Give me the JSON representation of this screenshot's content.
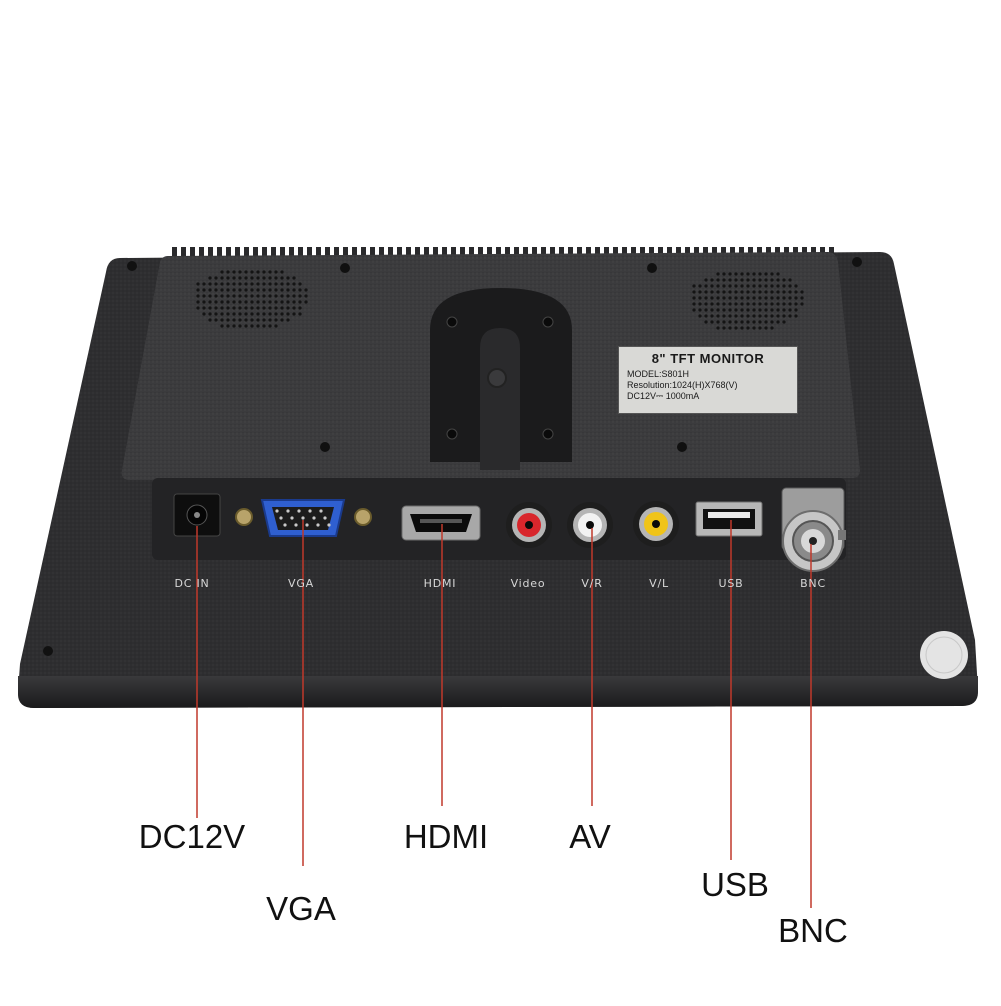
{
  "rear_label": {
    "title": "8\" TFT MONITOR",
    "model": "MODEL:S801H",
    "resolution": "Resolution:1024(H)X768(V)",
    "power": "DC12V⎓ 1000mA"
  },
  "port_labels": {
    "dc_in": "DC  IN",
    "vga": "VGA",
    "hdmi": "HDMI",
    "video": "Video",
    "vr": "V/R",
    "vl": "V/L",
    "usb": "USB",
    "bnc": "BNC"
  },
  "callouts": {
    "dc12v": "DC12V",
    "vga": "VGA",
    "hdmi": "HDMI",
    "av": "AV",
    "usb": "USB",
    "bnc": "BNC"
  },
  "colors": {
    "body": "#2c2c2e",
    "panel": "#3a3a3c",
    "leader_line": "#c0392b",
    "vga_blue": "#2f5fd0",
    "rca_red": "#d8262c",
    "rca_white": "#f2f2f2",
    "rca_yellow": "#f0c419"
  }
}
